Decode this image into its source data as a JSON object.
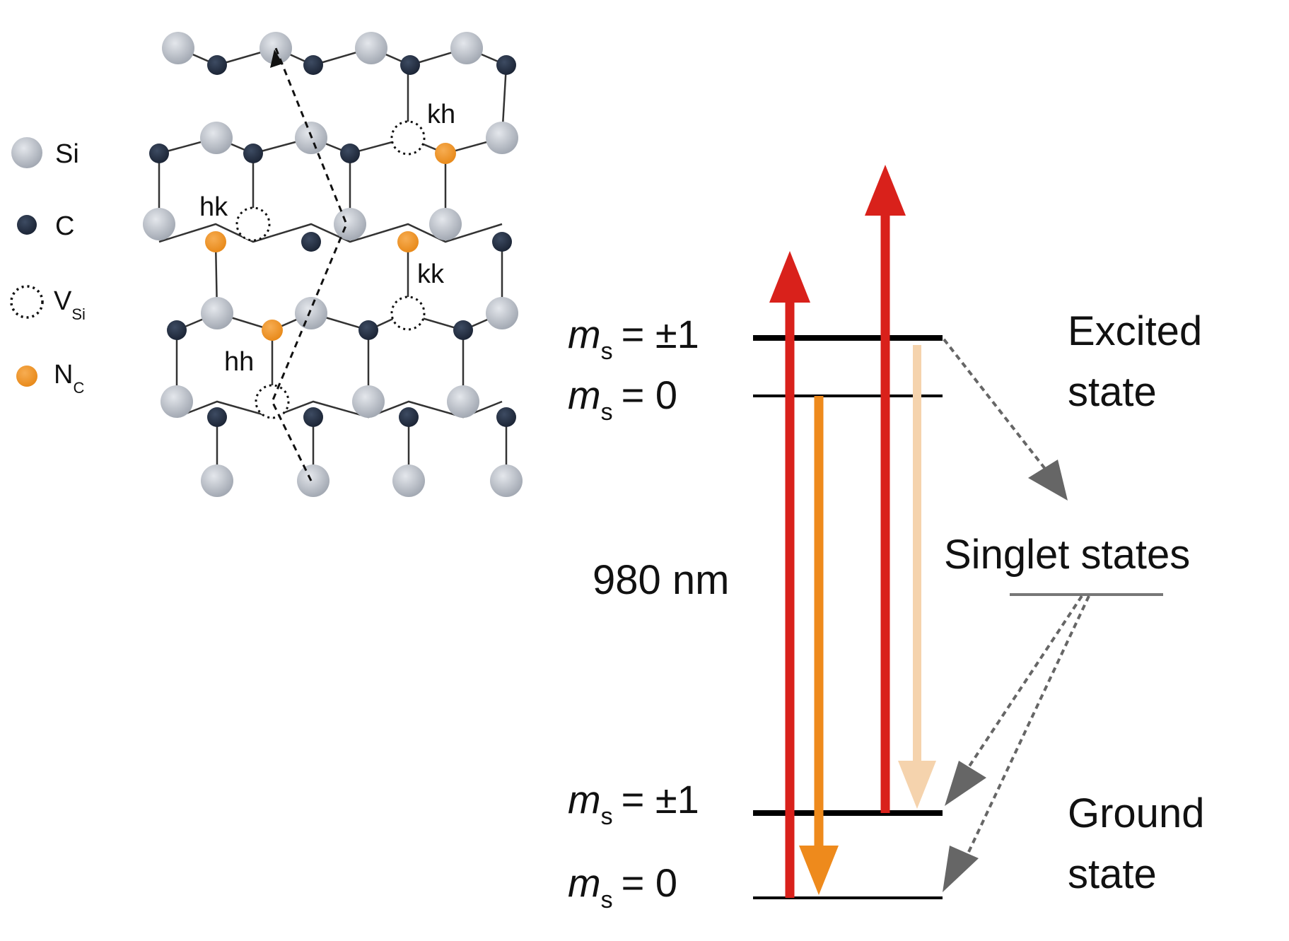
{
  "legend": {
    "si": "Si",
    "c": "C",
    "v_main": "V",
    "v_sub": "Si",
    "n_main": "N",
    "n_sub": "C"
  },
  "lattice": {
    "site_kh": "kh",
    "site_hk": "hk",
    "site_kk": "kk",
    "site_hh": "hh"
  },
  "levels": {
    "ms_symbol": "m",
    "ms_sub": "s",
    "pm1": "= ±1",
    "zero": "= 0",
    "excited_1": "Excited",
    "excited_2": "state",
    "singlet": "Singlet states",
    "ground_1": "Ground",
    "ground_2": "state",
    "wavelength": "980 nm"
  },
  "colors": {
    "si": "#b5bac3",
    "carbon": "#253246",
    "nitrogen": "#ee9426",
    "laser": "#d9211b",
    "emission": "#ee8a1c",
    "emission_faint": "#f5d3ad",
    "isc": "#666666"
  }
}
